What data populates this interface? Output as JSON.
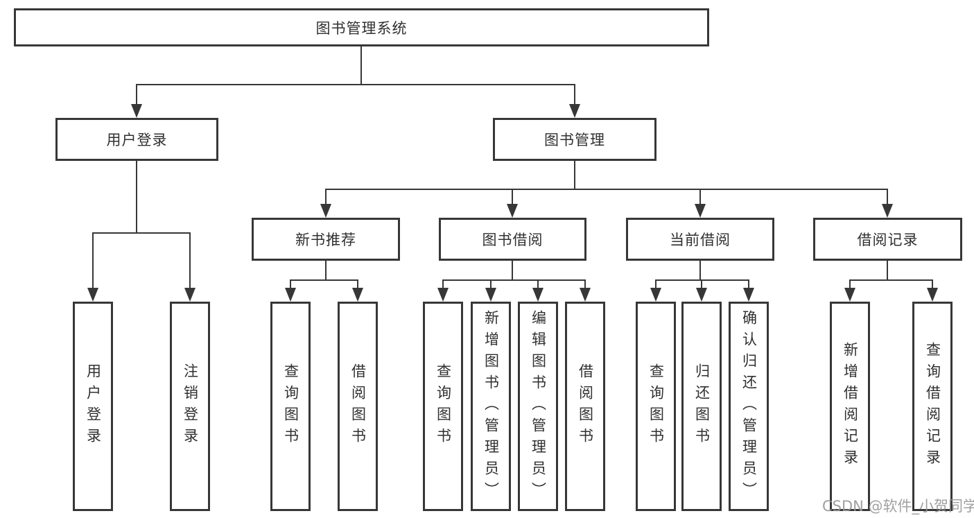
{
  "diagram": {
    "title": "图书管理系统",
    "level2": [
      {
        "label": "用户登录",
        "children": [
          "用户登录",
          "注销登录"
        ]
      },
      {
        "label": "图书管理"
      }
    ],
    "level3": [
      {
        "label": "新书推荐",
        "children": [
          "查询图书",
          "借阅图书"
        ]
      },
      {
        "label": "图书借阅",
        "children": [
          "查询图书",
          "新增图书（管理员）",
          "编辑图书（管理员）",
          "借阅图书"
        ]
      },
      {
        "label": "当前借阅",
        "children": [
          "查询图书",
          "归还图书",
          "确认归还（管理员）"
        ]
      },
      {
        "label": "借阅记录",
        "children": [
          "新增借阅记录",
          "查询借阅记录"
        ]
      }
    ]
  },
  "colors": {
    "line": "#373737",
    "text": "#303030",
    "watermark": "#989898"
  },
  "watermark": "CSDN @软件_小贺同学"
}
